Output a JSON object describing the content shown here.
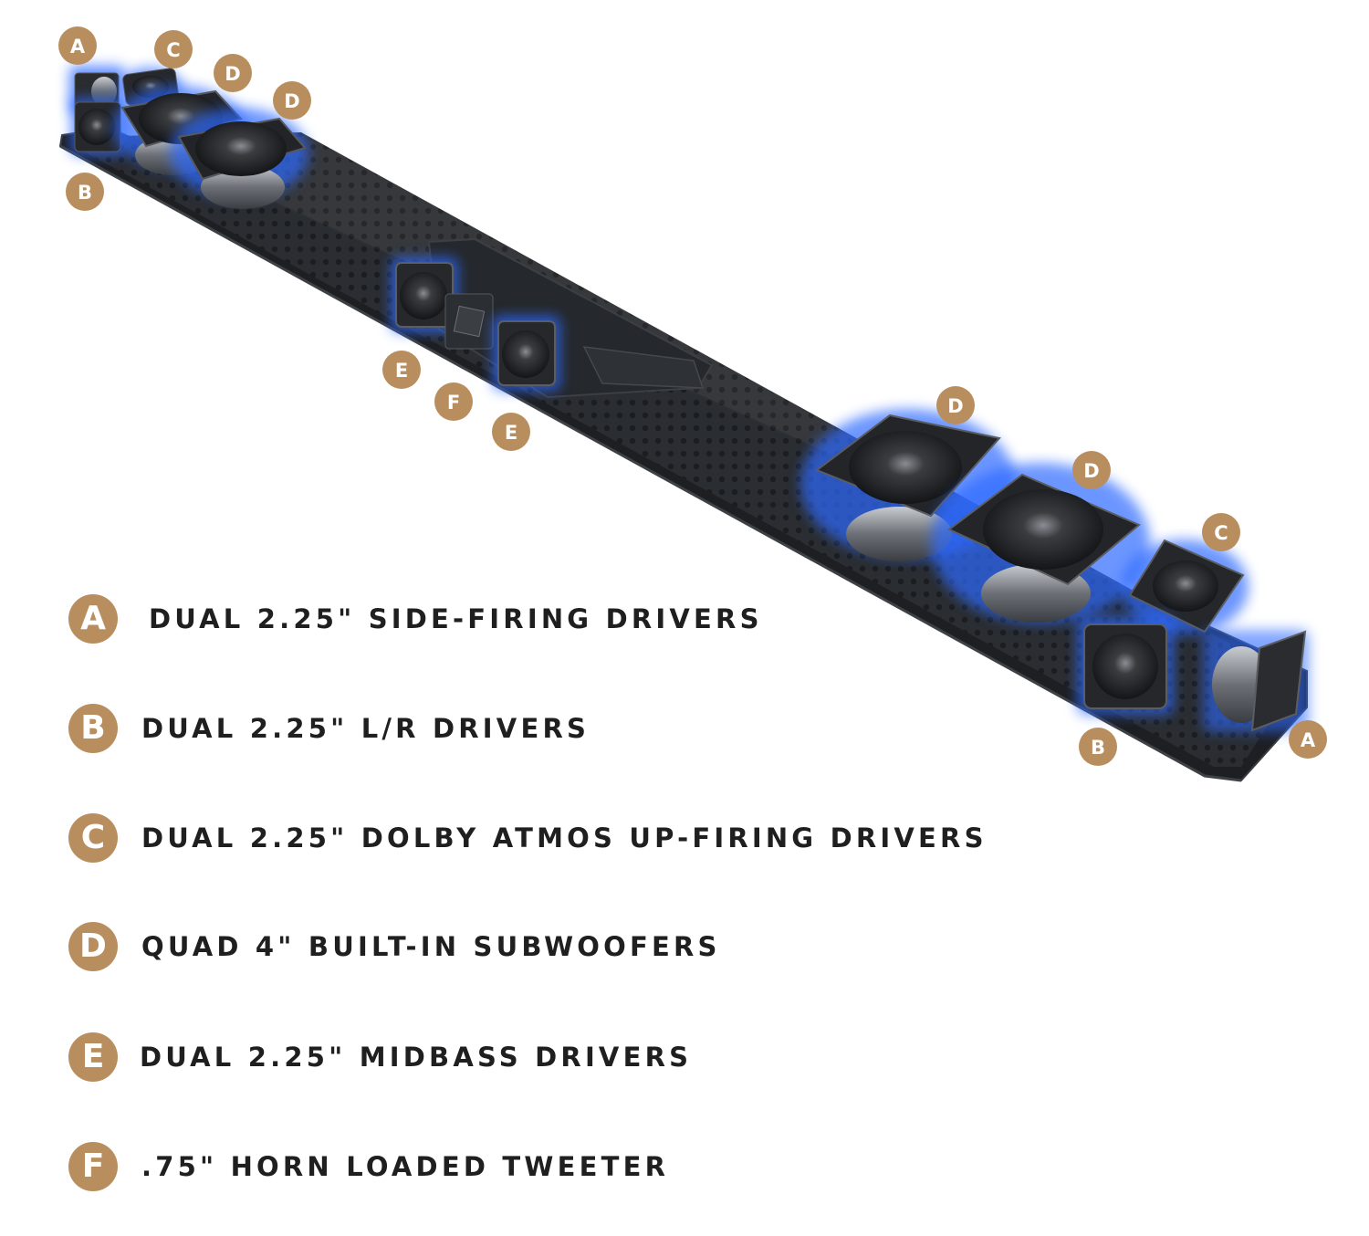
{
  "legend": [
    {
      "letter": "A",
      "text": "DUAL 2.25\" SIDE-FIRING DRIVERS"
    },
    {
      "letter": "B",
      "text": "DUAL 2.25\" L/R DRIVERS"
    },
    {
      "letter": "C",
      "text": "DUAL 2.25\" DOLBY ATMOS UP-FIRING DRIVERS"
    },
    {
      "letter": "D",
      "text": "QUAD 4\" BUILT-IN SUBWOOFERS"
    },
    {
      "letter": "E",
      "text": "DUAL 2.25\" MIDBASS DRIVERS"
    },
    {
      "letter": "F",
      "text": ".75\" HORN LOADED TWEETER"
    }
  ],
  "callouts": [
    "A",
    "C",
    "D",
    "D",
    "B",
    "E",
    "F",
    "E",
    "D",
    "D",
    "C",
    "B",
    "A"
  ],
  "colors": {
    "badge": "#b98e5e",
    "housing": "#2a2d31",
    "glow": "#2f6bff",
    "text": "#1f1f1f"
  }
}
